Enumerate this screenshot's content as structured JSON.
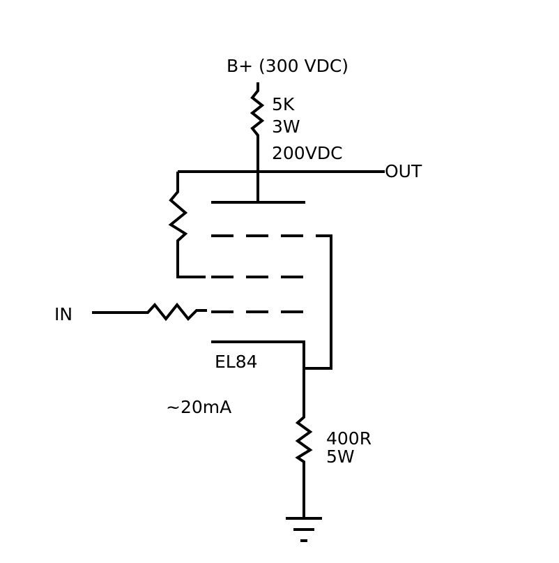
{
  "labels": {
    "supply": "B+ (300 VDC)",
    "plate_resistor_value": "5K",
    "plate_resistor_power": "3W",
    "plate_voltage": "200VDC",
    "output": "OUT",
    "input": "IN",
    "tube": "EL84",
    "current": "~20mA",
    "cathode_resistor_value": "400R",
    "cathode_resistor_power": "5W"
  },
  "colors": {
    "ink": "#000000",
    "background": "#ffffff"
  }
}
